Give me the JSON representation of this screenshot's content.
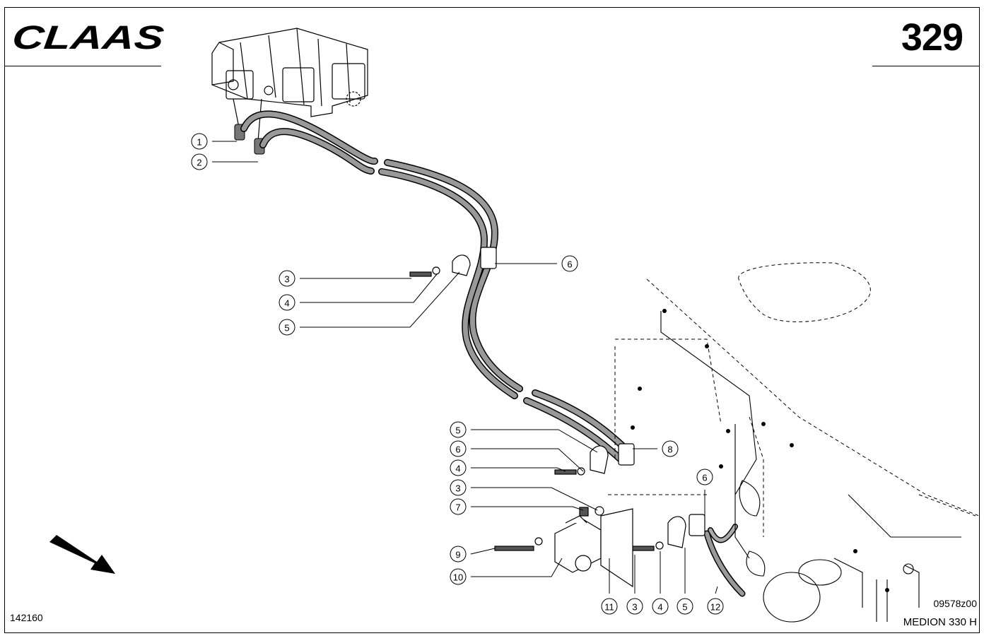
{
  "header": {
    "brand": "CLAAS",
    "page_number": "329"
  },
  "footer": {
    "drawing_number": "142160",
    "figure_code": "09578z00",
    "model": "MEDION 330 H"
  },
  "callouts": [
    {
      "number": "1",
      "part": "hose-fitting-upper"
    },
    {
      "number": "2",
      "part": "hose-fitting-lower"
    },
    {
      "number": "6",
      "part": "hose-clamp"
    },
    {
      "number": "3",
      "part": "bolt"
    },
    {
      "number": "4",
      "part": "washer"
    },
    {
      "number": "5",
      "part": "clamp-half"
    },
    {
      "number": "5",
      "part": "clamp-half"
    },
    {
      "number": "6",
      "part": "hose-clamp"
    },
    {
      "number": "4",
      "part": "washer"
    },
    {
      "number": "3",
      "part": "bolt"
    },
    {
      "number": "7",
      "part": "washer-small"
    },
    {
      "number": "8",
      "part": "screw-small"
    },
    {
      "number": "6",
      "part": "hose-clamp"
    },
    {
      "number": "9",
      "part": "long-bolt"
    },
    {
      "number": "10",
      "part": "valve-block"
    },
    {
      "number": "11",
      "part": "mounting-plate"
    },
    {
      "number": "3",
      "part": "bolt"
    },
    {
      "number": "4",
      "part": "washer"
    },
    {
      "number": "5",
      "part": "clamp-half"
    },
    {
      "number": "12",
      "part": "hydraulic-hose"
    }
  ]
}
